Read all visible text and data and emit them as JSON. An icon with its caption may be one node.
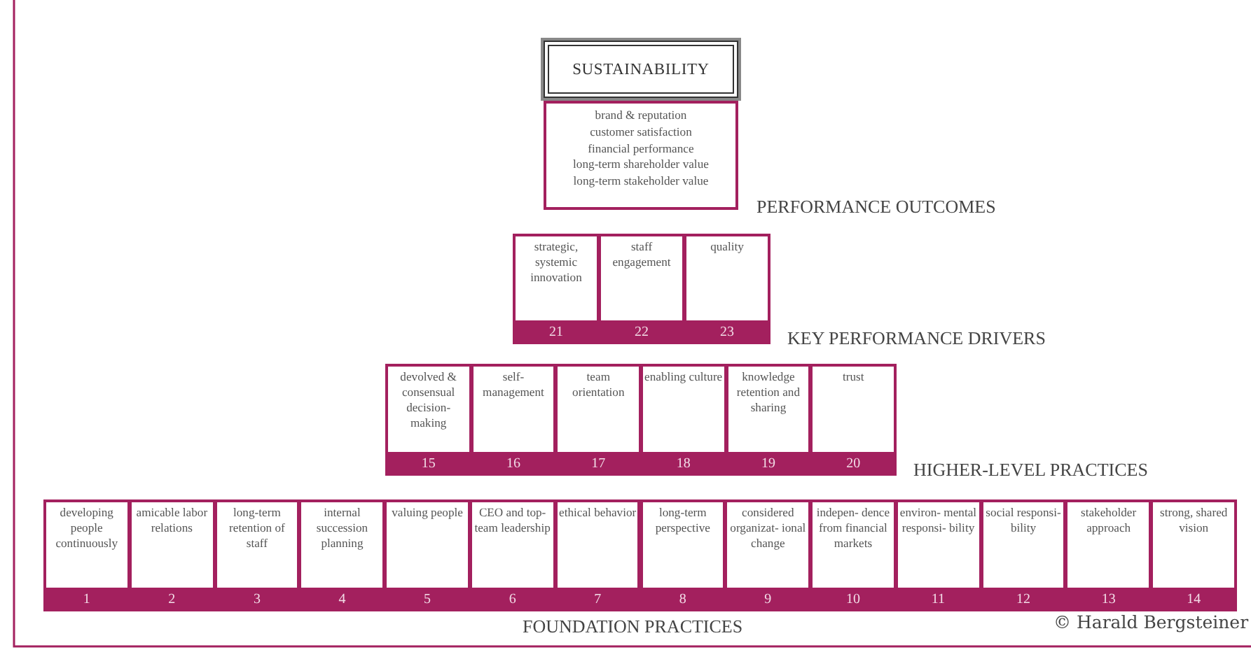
{
  "diagram": {
    "nodes": [
      {
        "text": [
          "SUSTAINABILITY"
        ]
      },
      {
        "text": [
          "brand & reputation",
          "customer satisfaction",
          "financial performance",
          "long-term shareholder value",
          "long-term stakeholder value"
        ]
      },
      {
        "text": [
          "strategic, systemic innovation",
          "21"
        ]
      },
      {
        "text": [
          "staff engagement",
          "22"
        ]
      },
      {
        "text": [
          "quality",
          "23"
        ]
      },
      {
        "text": [
          "devolved & consensual decision- making",
          "15"
        ]
      },
      {
        "text": [
          "self- management",
          "16"
        ]
      },
      {
        "text": [
          "team orientation",
          "17"
        ]
      },
      {
        "text": [
          "enabling culture",
          "18"
        ]
      },
      {
        "text": [
          "knowledge retention and sharing",
          "19"
        ]
      },
      {
        "text": [
          "trust",
          "20"
        ]
      },
      {
        "text": [
          "developing people continuously",
          "1"
        ]
      },
      {
        "text": [
          "amicable labor relations",
          "2"
        ]
      },
      {
        "text": [
          "long-term retention of staff",
          "3"
        ]
      },
      {
        "text": [
          "internal succession planning",
          "4"
        ]
      },
      {
        "text": [
          "valuing people",
          "5"
        ]
      },
      {
        "text": [
          "CEO and top-team leadership",
          "6"
        ]
      },
      {
        "text": [
          "ethical behavior",
          "7"
        ]
      },
      {
        "text": [
          "long-term perspective",
          "8"
        ]
      },
      {
        "text": [
          "considered organizat- ional change",
          "9"
        ]
      },
      {
        "text": [
          "indepen- dence from financial markets",
          "10"
        ]
      },
      {
        "text": [
          "environ- mental responsi- bility",
          "11"
        ]
      },
      {
        "text": [
          "social responsi- bility",
          "12"
        ]
      },
      {
        "text": [
          "stakeholder approach",
          "13"
        ]
      },
      {
        "text": [
          "strong, shared vision",
          "14"
        ]
      }
    ],
    "edges": [],
    "labels": [
      "PERFORMANCE OUTCOMES",
      "KEY PERFORMANCE DRIVERS",
      "HIGHER-LEVEL PRACTICES",
      "FOUNDATION PRACTICES",
      "© Harald Bergsteiner"
    ]
  }
}
